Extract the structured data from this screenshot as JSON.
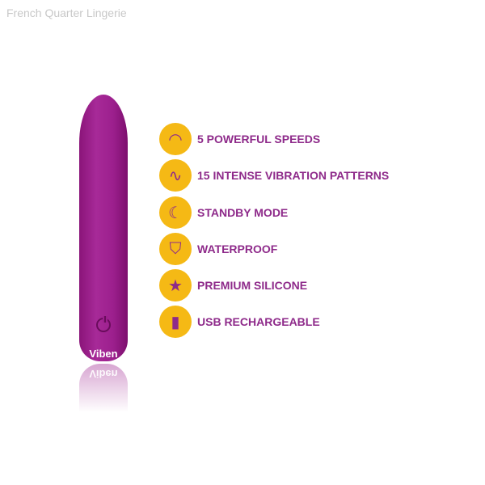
{
  "watermark": "French Quarter Lingerie",
  "product": {
    "brand": "Viben",
    "color": "#9c1f8d"
  },
  "features": [
    {
      "icon": "speedometer-icon",
      "glyph": "◠",
      "label": "5 POWERFUL SPEEDS"
    },
    {
      "icon": "vibration-wave-icon",
      "glyph": "∿",
      "label": "15 INTENSE VIBRATION PATTERNS"
    },
    {
      "icon": "moon-icon",
      "glyph": "☾",
      "label": "STANDBY MODE"
    },
    {
      "icon": "shield-drop-icon",
      "glyph": "⛉",
      "label": "WATERPROOF"
    },
    {
      "icon": "star-icon",
      "glyph": "★",
      "label": "PREMIUM SILICONE"
    },
    {
      "icon": "usb-icon",
      "glyph": "▮",
      "label": "USB RECHARGEABLE"
    }
  ],
  "accent": "#f5b915",
  "text_color": "#8e2a8a"
}
